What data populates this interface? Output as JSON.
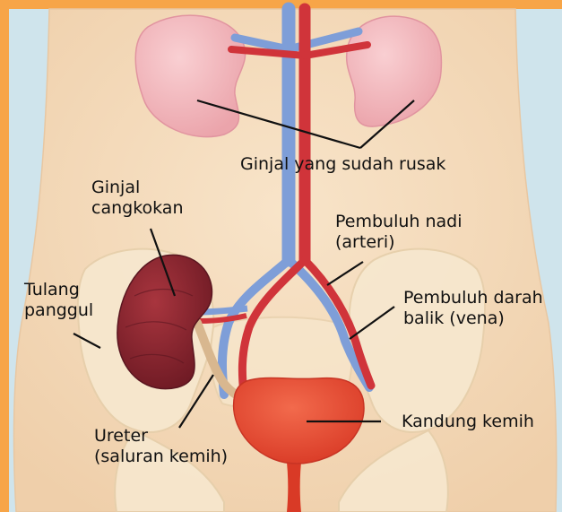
{
  "labels": {
    "damaged_kidney": "Ginjal yang sudah rusak",
    "transplant_kidney_line1": "Ginjal",
    "transplant_kidney_line2": "cangkokan",
    "artery_line1": "Pembuluh nadi",
    "artery_line2": "(arteri)",
    "pelvis_line1": "Tulang",
    "pelvis_line2": "panggul",
    "vein_line1": "Pembuluh darah",
    "vein_line2": "balik (vena)",
    "bladder": "Kandung kemih",
    "ureter_line1": "Ureter",
    "ureter_line2": "(saluran kemih)"
  },
  "colors": {
    "frame": "#f7a548",
    "background": "#cfe4ec",
    "skin": "#f4d9b9",
    "bone": "#f7e8cf",
    "damaged_kidney": "#f2b4b9",
    "transplant_kidney": "#8a2630",
    "artery": "#d0343a",
    "vein": "#7e9ed8",
    "bladder": "#e84a34",
    "ureter": "#d8b78f"
  }
}
